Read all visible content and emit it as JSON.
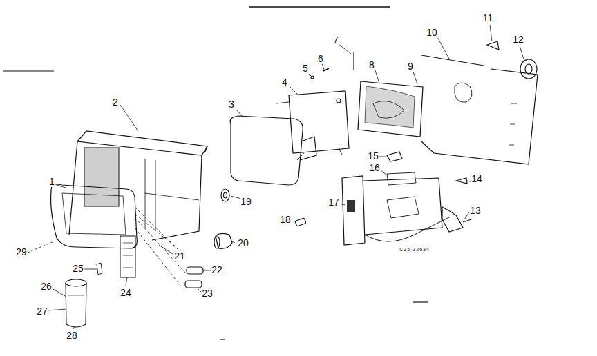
{
  "diagram": {
    "labels": [
      "1",
      "2",
      "3",
      "4",
      "5",
      "6",
      "7",
      "8",
      "9",
      "10",
      "11",
      "12",
      "13",
      "14",
      "15",
      "16",
      "17",
      "18",
      "19",
      "20",
      "21",
      "22",
      "23",
      "24",
      "25",
      "26",
      "27",
      "28",
      "29",
      "C35-32634"
    ]
  }
}
